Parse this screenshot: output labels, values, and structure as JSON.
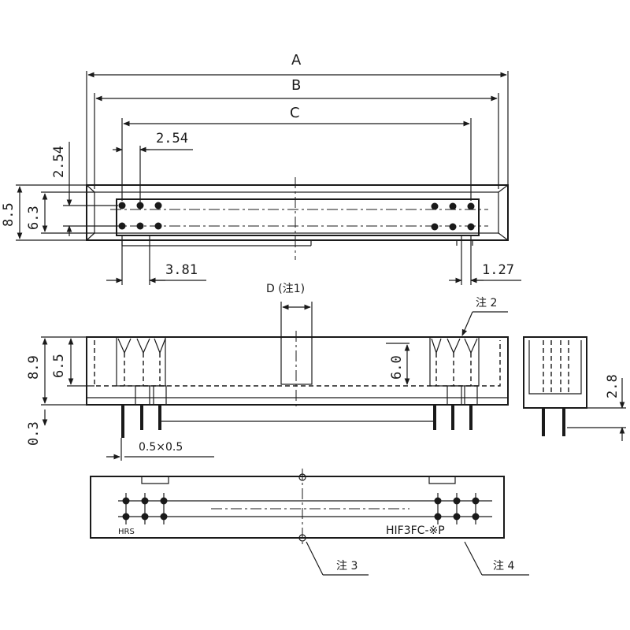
{
  "drawing": {
    "top_view": {
      "dim_A": "A",
      "dim_B": "B",
      "dim_C": "C",
      "pitch_h": "2.54",
      "pitch_v": "2.54",
      "height_outer": "8.5",
      "height_inner": "6.3",
      "offset_left": "3.81",
      "offset_right": "1.27"
    },
    "front_view": {
      "dim_D": "D (注1)",
      "note2": "注 2",
      "height_total": "8.9",
      "height_body": "6.5",
      "height_slot": "6.0",
      "standoff": "0.3",
      "pin_section": "0.5×0.5"
    },
    "side_view": {
      "pin_length": "2.8"
    },
    "bottom_view": {
      "brand_mark": "HRS",
      "part_number": "HIF3FC-※P",
      "note3": "注 3",
      "note4": "注 4"
    }
  }
}
